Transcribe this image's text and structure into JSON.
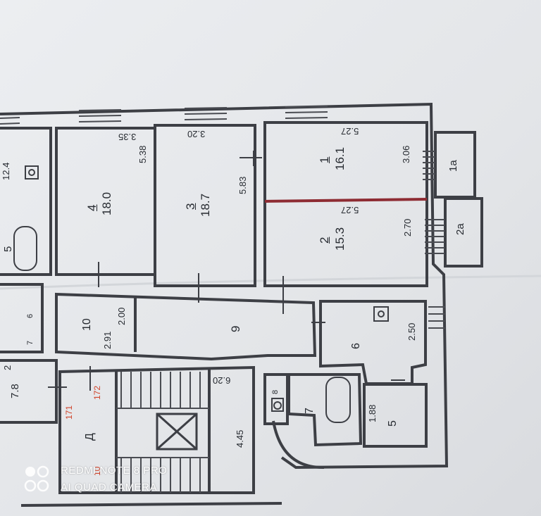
{
  "plan": {
    "rooms": [
      {
        "id": "room-1",
        "number": "1",
        "area": "16.1",
        "width": "5.27",
        "depth": "3.06"
      },
      {
        "id": "room-2",
        "number": "2",
        "area": "15.3",
        "width": "5.27",
        "depth": "2.70"
      },
      {
        "id": "room-3",
        "number": "3",
        "area": "18.7",
        "width": "3.20",
        "depth": "5.83"
      },
      {
        "id": "room-4",
        "number": "4",
        "area": "18.0",
        "width": "3.35",
        "depth": "5.38"
      },
      {
        "id": "room-5",
        "number": "5",
        "area": "",
        "width": "",
        "depth": "1.88"
      },
      {
        "id": "room-6",
        "number": "6",
        "area": "",
        "width": "",
        "depth": "2.50"
      },
      {
        "id": "room-7",
        "number": "7"
      },
      {
        "id": "room-8",
        "number": "8"
      },
      {
        "id": "room-9",
        "number": "9"
      },
      {
        "id": "room-10",
        "number": "10",
        "width": "2.91",
        "depth": "2.00"
      },
      {
        "id": "room-1a",
        "number": "1a"
      },
      {
        "id": "room-2a",
        "number": "2a"
      }
    ],
    "stair_dims": {
      "a": "6.20",
      "b": "4.45"
    },
    "left_neighbors": {
      "n1": "12.4",
      "n2": "5",
      "n3": "7.8",
      "n4": "6",
      "n5": "7",
      "n6": "2"
    },
    "stairwell": {
      "letter": "Д",
      "num_a": "171",
      "num_b": "172",
      "num_c": "10"
    }
  },
  "watermark": {
    "line1": "REDMI NOTE 8 PRO",
    "line2": "AI QUAD CAMERA"
  }
}
